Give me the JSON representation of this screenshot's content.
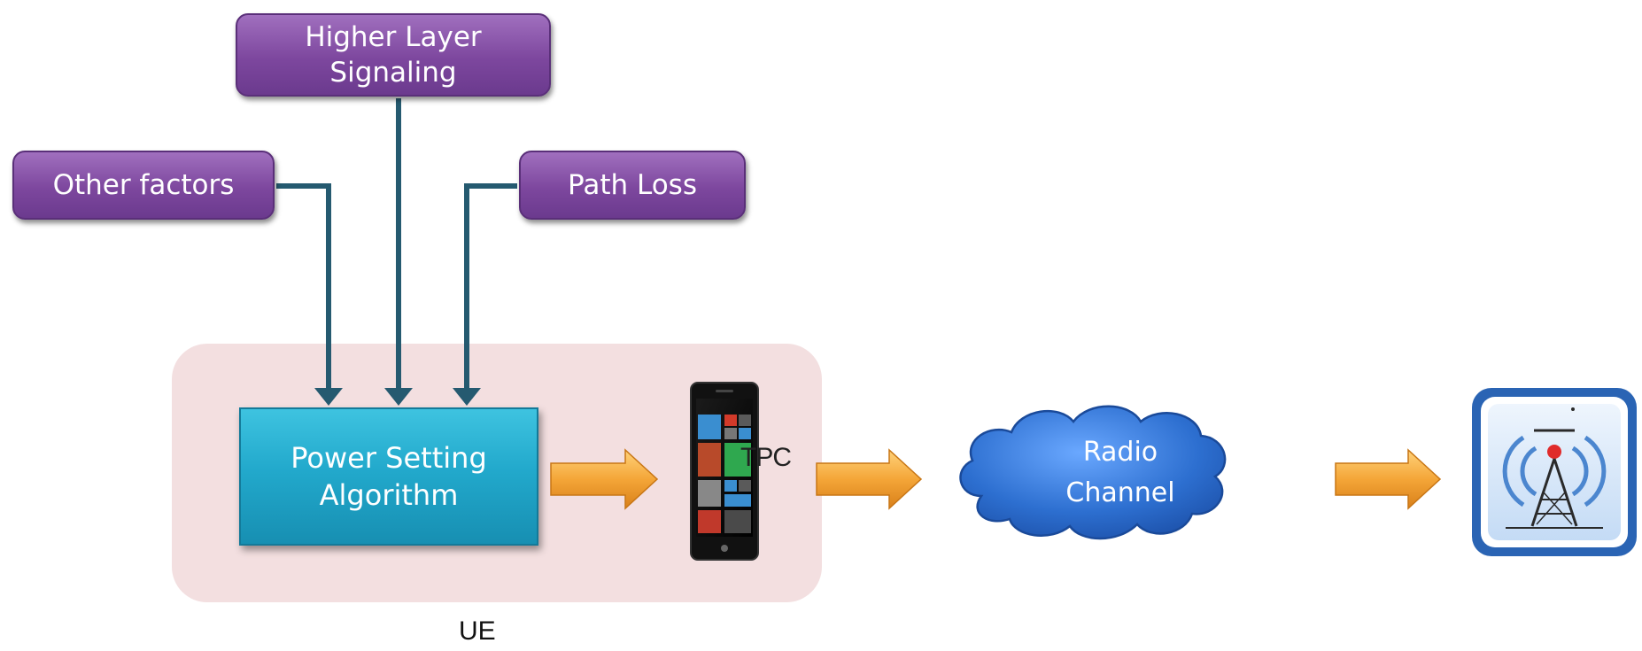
{
  "diagram": {
    "inputs": {
      "higher_layer_signaling": "Higher Layer\nSignaling",
      "other_factors": "Other factors",
      "path_loss": "Path Loss"
    },
    "algorithm": "Power Setting\nAlgorithm",
    "phone_label": "TPC",
    "channel": "Radio\nChannel",
    "ue_label": "UE"
  },
  "icons": {
    "device": "smartphone-icon",
    "base_station": "cell-tower-icon"
  },
  "colors": {
    "input_box": "#7d479e",
    "algorithm_box": "#22a9cc",
    "ue_region": "#f3dfe0",
    "connector": "#255a70",
    "flow_arrow": "#f2a43a",
    "cloud": "#2d6fd0",
    "tower_frame": "#2a64b4"
  }
}
